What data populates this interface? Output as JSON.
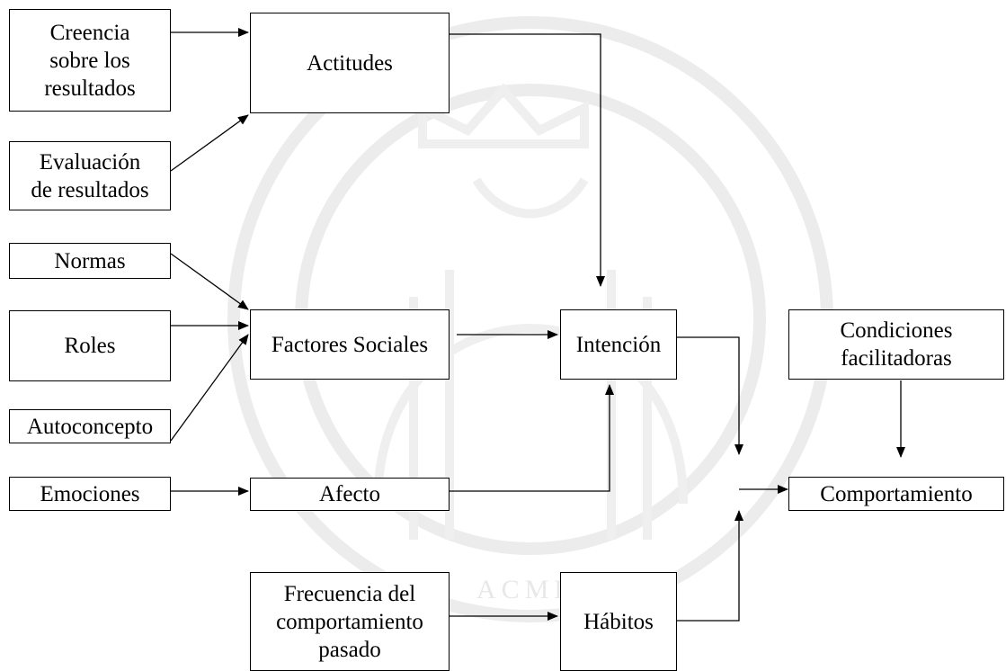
{
  "diagram": {
    "nodes": {
      "creencia": "Creencia\nsobre los\nresultados",
      "evaluacion": "Evaluación\nde resultados",
      "normas": "Normas",
      "roles": "Roles",
      "autoconcepto": "Autoconcepto",
      "emociones": "Emociones",
      "actitudes": "Actitudes",
      "factores_sociales": "Factores Sociales",
      "afecto": "Afecto",
      "frecuencia": "Frecuencia del\ncomportamiento\npasado",
      "intencion": "Intención",
      "habitos": "Hábitos",
      "condiciones": "Condiciones\nfacilitadoras",
      "comportamiento": "Comportamiento"
    },
    "edges": [
      {
        "from": "creencia",
        "to": "actitudes"
      },
      {
        "from": "evaluacion",
        "to": "actitudes"
      },
      {
        "from": "normas",
        "to": "factores_sociales"
      },
      {
        "from": "roles",
        "to": "factores_sociales"
      },
      {
        "from": "autoconcepto",
        "to": "factores_sociales"
      },
      {
        "from": "emociones",
        "to": "afecto"
      },
      {
        "from": "actitudes",
        "to": "intencion"
      },
      {
        "from": "factores_sociales",
        "to": "intencion"
      },
      {
        "from": "afecto",
        "to": "intencion"
      },
      {
        "from": "frecuencia",
        "to": "habitos"
      },
      {
        "from": "intencion",
        "to": "comportamiento"
      },
      {
        "from": "habitos",
        "to": "comportamiento"
      },
      {
        "from": "condiciones",
        "to": "comportamiento"
      }
    ]
  },
  "watermark": {
    "color": "#ececec",
    "letters": "ACMLXII"
  }
}
